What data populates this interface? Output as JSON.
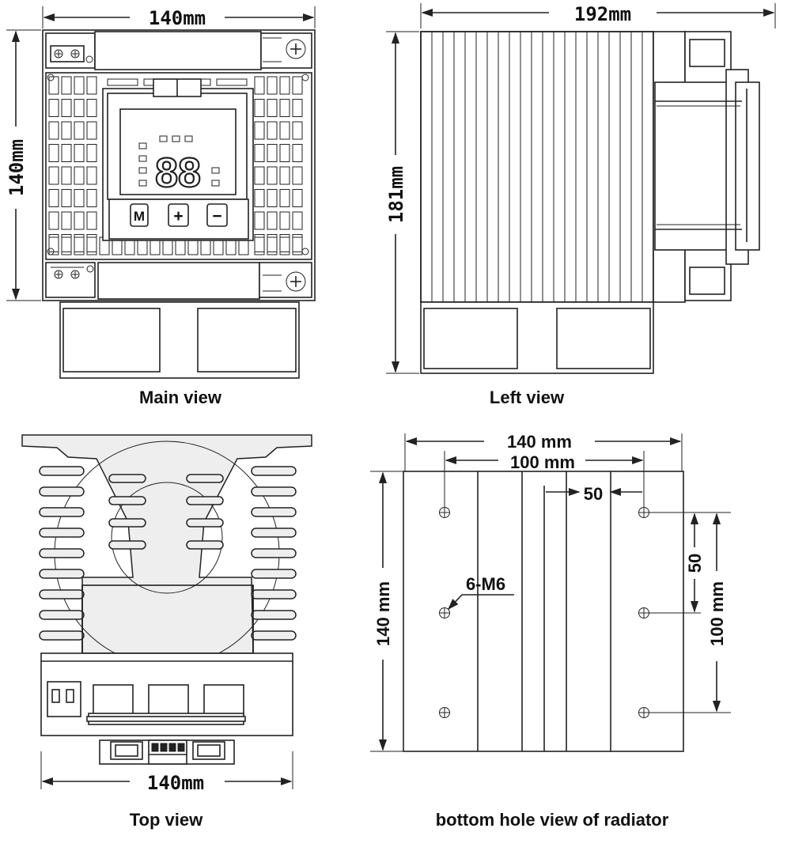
{
  "main_view": {
    "caption": "Main view",
    "width_label": "140mm",
    "height_label": "140mm",
    "buttons": [
      "M",
      "+",
      "−"
    ],
    "display_digits": "88"
  },
  "left_view": {
    "caption": "Left  view",
    "width_label": "192mm",
    "height_label": "181mm"
  },
  "top_view": {
    "caption": "Top view",
    "width_label": "140mm"
  },
  "radiator_view": {
    "caption": "bottom hole view of radiator",
    "outer_width_label": "140 mm",
    "hole_width_label": "100 mm",
    "offset_label": "50",
    "vertical_pitch_label": "50",
    "vertical_span_label": "100 mm",
    "height_label": "140 mm",
    "hole_label": "6-M6"
  }
}
